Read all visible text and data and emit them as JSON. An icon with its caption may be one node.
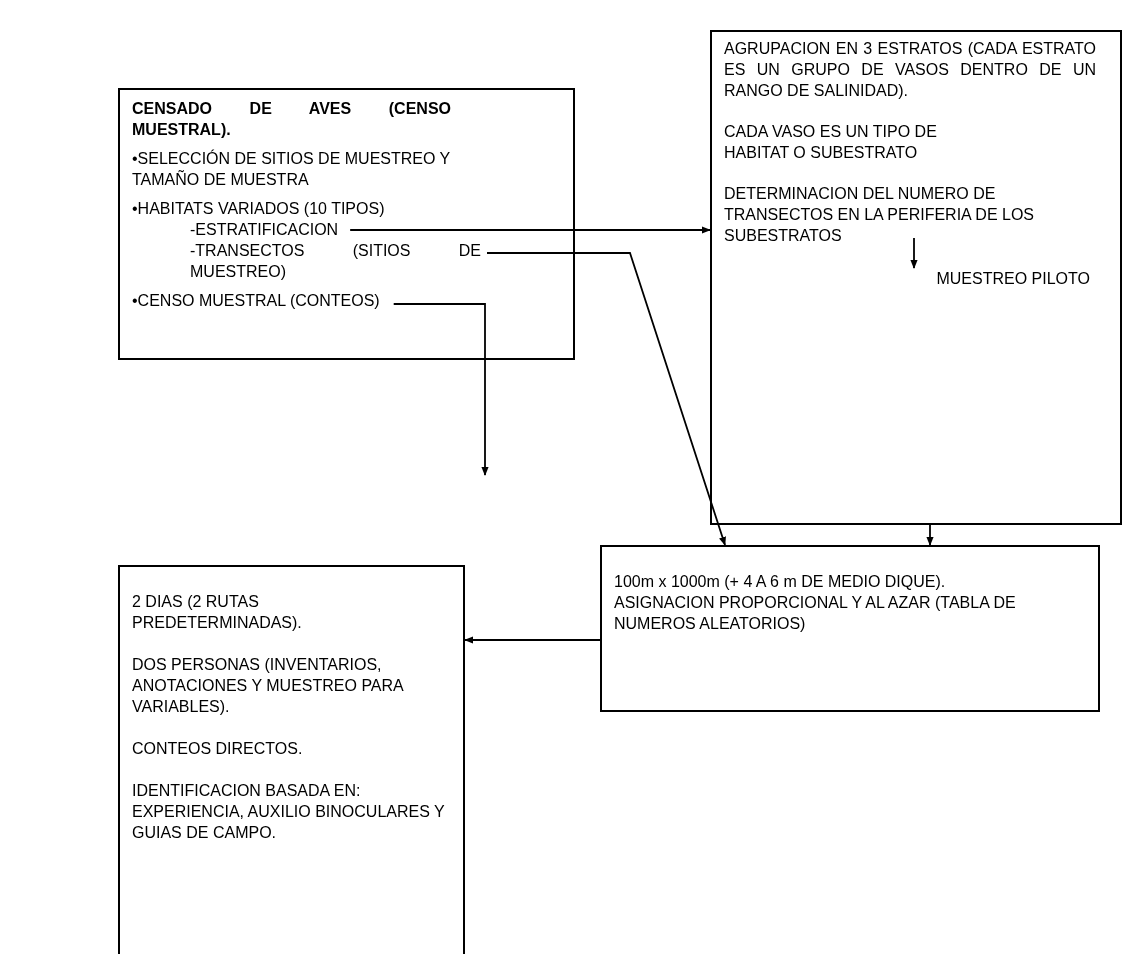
{
  "diagram": {
    "nodes": [
      {
        "text": [
          "CENSADO DE AVES (CENSO MUESTRAL).",
          "•SELECCIÓN DE SITIOS DE MUESTREO Y TAMAÑO DE MUESTRA",
          "•HABITATS VARIADOS (10 TIPOS)",
          "-ESTRATIFICACION",
          "-TRANSECTOS (SITIOS DE MUESTREO)",
          "•CENSO MUESTRAL (CONTEOS)"
        ]
      },
      {
        "text": [
          "AGRUPACION EN 3 ESTRATOS (CADA ESTRATO ES UN GRUPO DE VASOS DENTRO DE UN RANGO DE SALINIDAD).",
          "CADA VASO ES UN TIPO DE HABITAT O SUBESTRATO"
        ]
      },
      {
        "text": [
          "DETERMINACION DEL NUMERO DE TRANSECTOS EN LA PERIFERIA DE LOS SUBESTRATOS"
        ],
        "in": 1
      },
      {
        "text": [
          "MUESTREO PILOTO"
        ],
        "in": 1
      },
      {
        "text": [
          "100m x 1000m (+ 4 A 6 m DE MEDIO DIQUE).",
          "ASIGNACION PROPORCIONAL Y AL AZAR (TABLA DE NUMEROS ALEATORIOS)"
        ]
      },
      {
        "text": [
          "2 DIAS (2 RUTAS PREDETERMINADAS).",
          "DOS PERSONAS (INVENTARIOS, ANOTACIONES Y MUESTREO PARA VARIABLES).",
          "CONTEOS DIRECTOS.",
          "IDENTIFICACION BASADA EN: EXPERIENCIA, AUXILIO BINOCULARES Y GUIAS DE CAMPO."
        ]
      }
    ],
    "edges": [
      {
        "from": 0,
        "to": 1,
        "arrow": "to"
      },
      {
        "from": 0,
        "to": 4,
        "arrow": "to"
      },
      {
        "from": 0,
        "to": null,
        "arrow": "to"
      },
      {
        "from": 2,
        "to": 3,
        "arrow": "to"
      },
      {
        "from": 1,
        "to": 4,
        "arrow": "to"
      },
      {
        "from": 4,
        "to": 5,
        "arrow": "to"
      }
    ]
  }
}
